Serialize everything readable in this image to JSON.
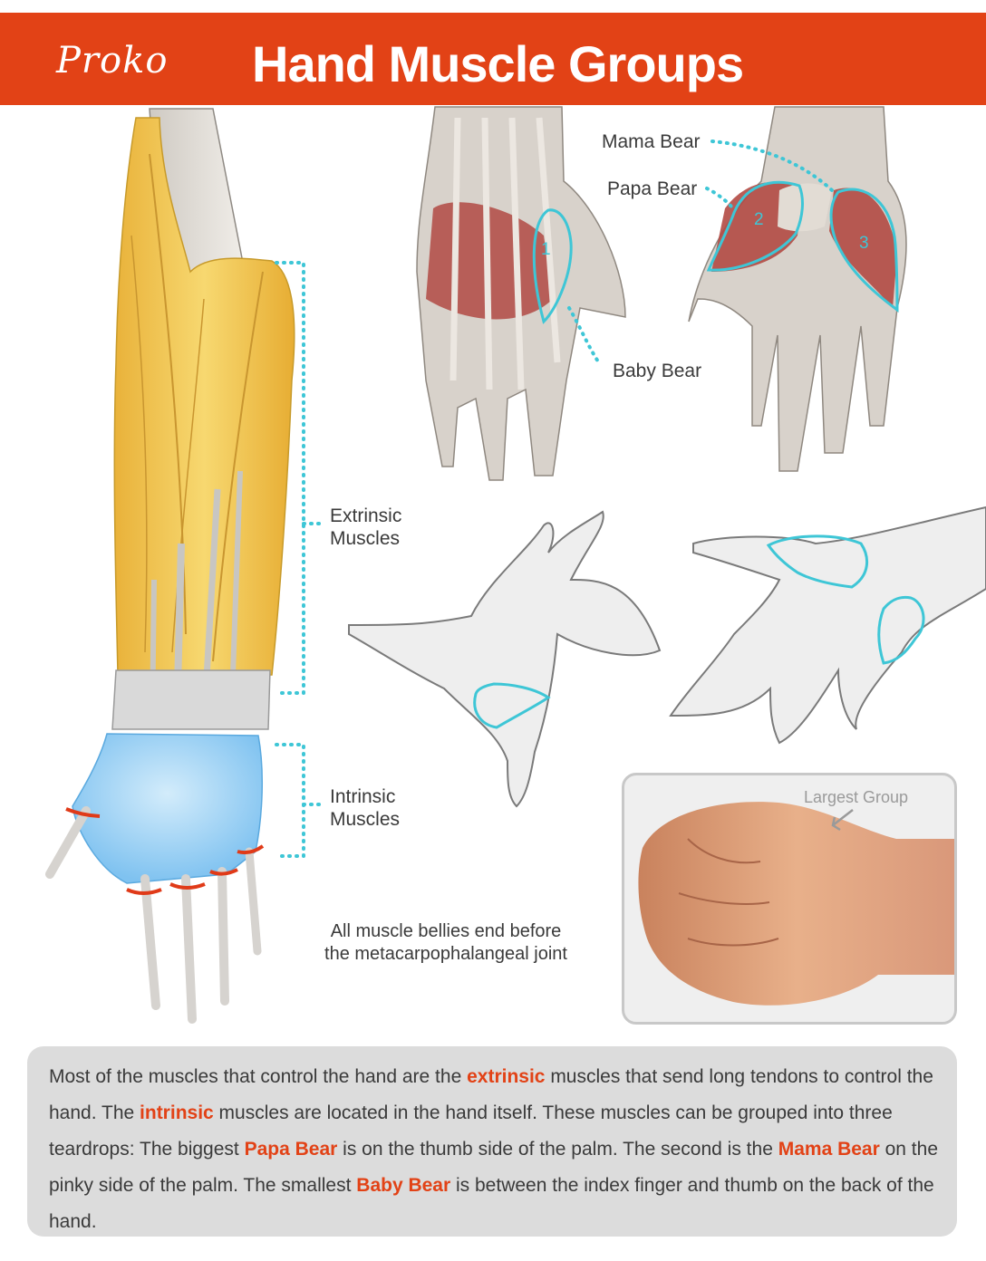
{
  "header": {
    "logo": "Proko",
    "title": "Hand Muscle Groups"
  },
  "labels": {
    "mama_bear": "Mama Bear",
    "papa_bear": "Papa Bear",
    "baby_bear": "Baby Bear",
    "extrinsic_line1": "Extrinsic",
    "extrinsic_line2": "Muscles",
    "intrinsic_line1": "Intrinsic",
    "intrinsic_line2": "Muscles",
    "num_1": "1",
    "num_2": "2",
    "num_3": "3",
    "largest_group": "Largest Group"
  },
  "note": {
    "line1": "All muscle bellies end before",
    "line2": "the metacarpophalangeal joint"
  },
  "description": {
    "t1": "Most of the muscles that control the hand are the ",
    "h1": "extrinsic",
    "t2": " muscles that send long tendons to control the hand. The ",
    "h2": "intrinsic",
    "t3": " muscles are located in the hand itself. These muscles can be grouped into three teardrops: The biggest ",
    "h3": "Papa Bear",
    "t4": " is on the thumb side of the palm. The second is the ",
    "h4": "Mama Bear",
    "t5": " on the pinky side of the palm. The smallest ",
    "h5": "Baby Bear",
    "t6": " is between the index finger and thumb on the back of the hand."
  },
  "colors": {
    "brand_orange": "#e24216",
    "callout_cyan": "#3ec6d6",
    "extrinsic_yellow": "#f2c94c",
    "intrinsic_blue": "#9fd4f5",
    "muscle_red": "#b24a44"
  }
}
